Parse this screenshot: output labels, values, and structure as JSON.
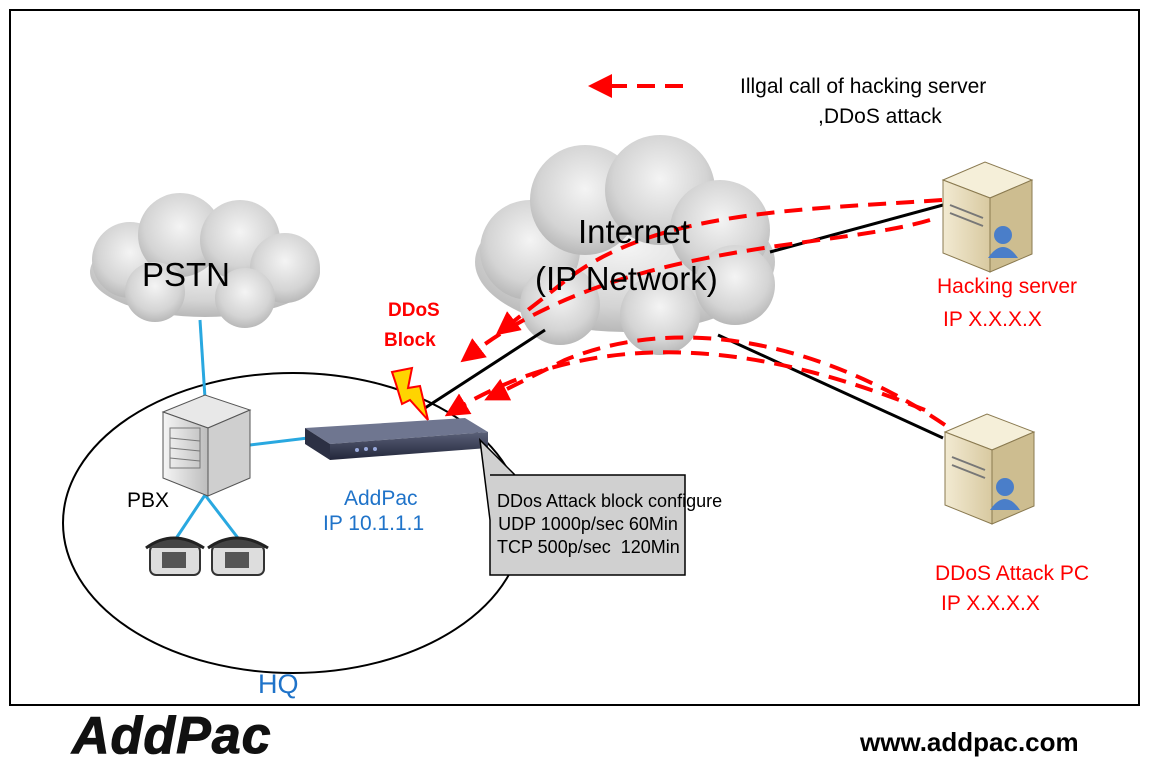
{
  "legend": {
    "line1": "Illgal call of hacking server",
    "line2": ",DDoS attack"
  },
  "clouds": {
    "pstn": "PSTN",
    "internet_line1": "Internet",
    "internet_line2": "(IP Network)"
  },
  "ddos_block": {
    "line1": "DDoS",
    "line2": "Block"
  },
  "device": {
    "name": "AddPac",
    "ip": "IP 10.1.1.1"
  },
  "pbx": {
    "label": "PBX"
  },
  "callout": {
    "line1": "DDos Attack block configure",
    "line2": "UDP 1000p/sec 60Min",
    "line3": "TCP 500p/sec  120Min"
  },
  "hacking_server": {
    "label": "Hacking server",
    "ip": "IP X.X.X.X"
  },
  "attack_pc": {
    "label": "DDoS Attack PC",
    "ip": "IP X.X.X.X"
  },
  "hq": {
    "label": "HQ"
  },
  "footer": {
    "logo": "AddPac",
    "url": "www.addpac.com"
  },
  "colors": {
    "attack": "#ff0000",
    "link": "#29a8e0",
    "device_label": "#1f73c9"
  }
}
